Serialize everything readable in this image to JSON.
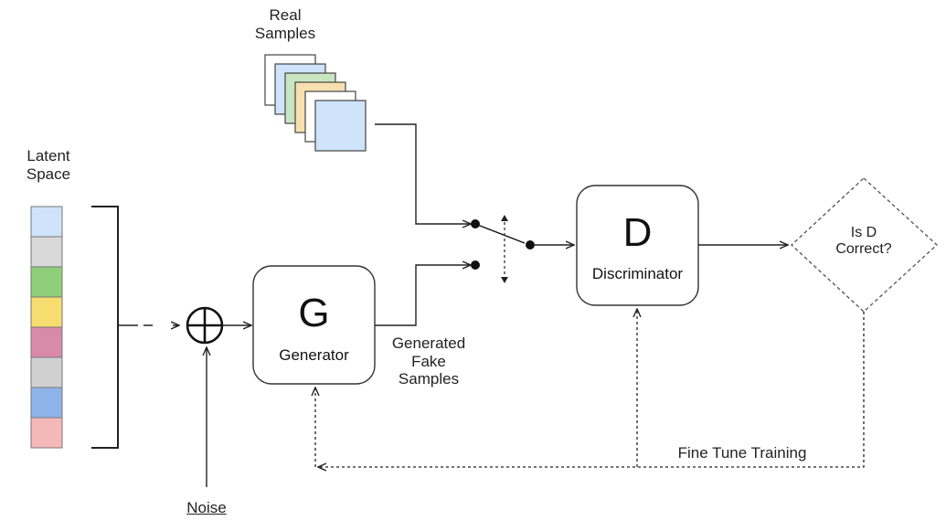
{
  "diagram": {
    "real_samples_label": "Real\nSamples",
    "latent_space_label": "Latent\nSpace",
    "noise_label": "Noise",
    "generator": {
      "letter": "G",
      "name": "Generator"
    },
    "discriminator": {
      "letter": "D",
      "name": "Discriminator"
    },
    "generated_label": "Generated\nFake\nSamples",
    "decision_label": "Is D\nCorrect?",
    "feedback_label": "Fine Tune Training",
    "latent_colors": [
      "#cfe3fa",
      "#d9d9d9",
      "#8fcf7a",
      "#f7dc6f",
      "#d98aa8",
      "#d0d0d0",
      "#8fb4ea",
      "#f5b8b8"
    ],
    "sample_colors": [
      "#ffffff",
      "#cfe3fa",
      "#c9e6c2",
      "#f7e0b0",
      "#ffffff",
      "#cfe3fa"
    ]
  }
}
